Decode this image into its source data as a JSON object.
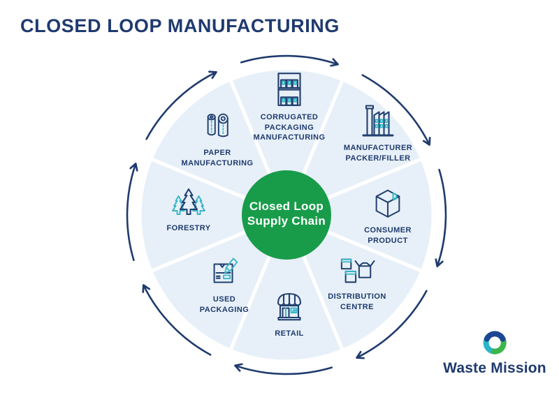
{
  "title": "CLOSED LOOP MANUFACTURING",
  "wheel": {
    "center_label": "Closed Loop\nSupply Chain",
    "flow_direction": "clockwise",
    "stations": [
      {
        "label": "CORRUGATED\nPACKAGING\nMANUFACTURING",
        "icon": "shelving-boxes-icon"
      },
      {
        "label": "MANUFACTURER\nPACKER/FILLER",
        "icon": "factory-icon"
      },
      {
        "label": "CONSUMER\nPRODUCT",
        "icon": "sealed-box-icon"
      },
      {
        "label": "DISTRIBUTION\nCENTRE",
        "icon": "stacked-boxes-icon"
      },
      {
        "label": "RETAIL",
        "icon": "storefront-icon"
      },
      {
        "label": "USED\nPACKAGING",
        "icon": "flattened-box-pencil-icon"
      },
      {
        "label": "FORESTRY",
        "icon": "pine-trees-icon"
      },
      {
        "label": "PAPER\nMANUFACTURING",
        "icon": "paper-rolls-icon"
      }
    ]
  },
  "logo": {
    "wordmark": "Waste Mission"
  },
  "colors": {
    "navy": "#1f3a6e",
    "teal": "#38b5c6",
    "green": "#189c4a",
    "segment_blue": "#e7f0f8",
    "logo_blue": "#1c4693",
    "logo_teal": "#2cb5c8",
    "logo_green": "#3db54a"
  }
}
